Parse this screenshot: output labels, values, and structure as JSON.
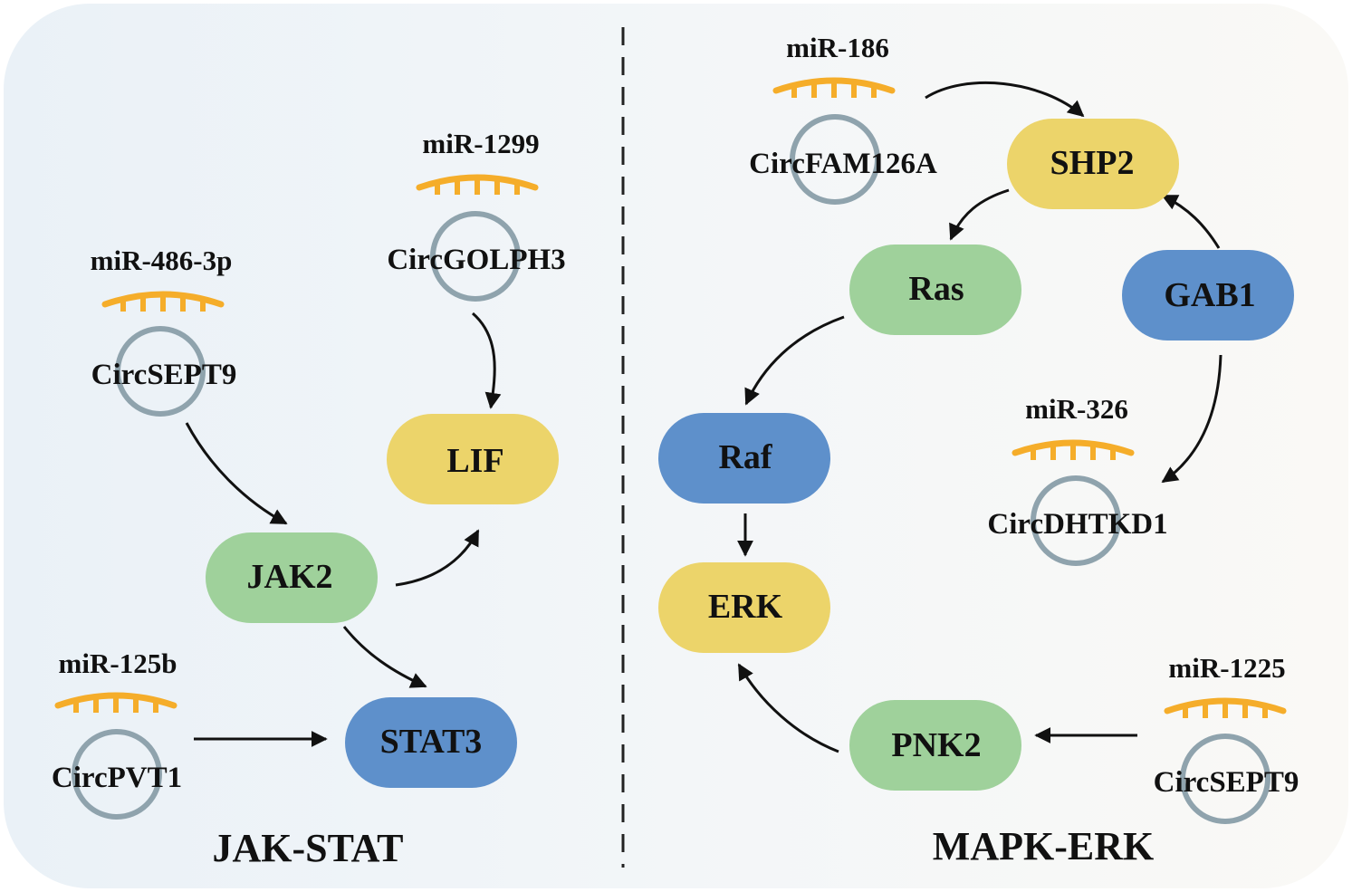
{
  "panels": {
    "left": {
      "title": "JAK-STAT"
    },
    "right": {
      "title": "MAPK-ERK"
    }
  },
  "colors": {
    "green": "#9fd19b",
    "yellow": "#ecd46a",
    "blue": "#5e90cb",
    "mirna": "#f5ad2a",
    "circ_ring": "#8fa3ad",
    "divider": "#222222"
  },
  "nodes": {
    "lif": "LIF",
    "jak2": "JAK2",
    "stat3": "STAT3",
    "shp2": "SHP2",
    "ras": "Ras",
    "gab1": "GAB1",
    "raf": "Raf",
    "erk": "ERK",
    "pnk2": "PNK2"
  },
  "axes": {
    "golph3": {
      "mirna": "miR-1299",
      "circrna": "CircGOLPH3"
    },
    "sept9_left": {
      "mirna": "miR-486-3p",
      "circrna": "CircSEPT9"
    },
    "pvt1": {
      "mirna": "miR-125b",
      "circrna": "CircPVT1"
    },
    "fam126a": {
      "mirna": "miR-186",
      "circrna": "CircFAM126A"
    },
    "dhtkd1": {
      "mirna": "miR-326",
      "circrna": "CircDHTKD1"
    },
    "sept9_right": {
      "mirna": "miR-1225",
      "circrna": "CircSEPT9"
    }
  },
  "edges": [
    {
      "from": "CircGOLPH3",
      "to": "LIF"
    },
    {
      "from": "CircSEPT9",
      "to": "JAK2"
    },
    {
      "from": "JAK2",
      "to": "LIF"
    },
    {
      "from": "JAK2",
      "to": "STAT3"
    },
    {
      "from": "CircPVT1",
      "to": "STAT3"
    },
    {
      "from": "CircFAM126A",
      "to": "SHP2"
    },
    {
      "from": "SHP2",
      "to": "Ras"
    },
    {
      "from": "GAB1",
      "to": "SHP2"
    },
    {
      "from": "GAB1",
      "to": "CircDHTKD1"
    },
    {
      "from": "Ras",
      "to": "Raf"
    },
    {
      "from": "Raf",
      "to": "ERK"
    },
    {
      "from": "PNK2",
      "to": "ERK"
    },
    {
      "from": "CircSEPT9",
      "to": "PNK2"
    }
  ]
}
